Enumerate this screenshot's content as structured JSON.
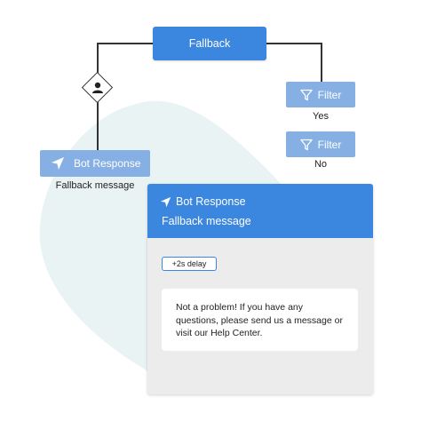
{
  "flow": {
    "fallback_label": "Fallback",
    "filters": [
      {
        "label": "Filter",
        "caption": "Yes"
      },
      {
        "label": "Filter",
        "caption": "No"
      }
    ],
    "bot_node": {
      "label": "Bot Response",
      "caption": "Fallback message"
    }
  },
  "panel": {
    "title": "Bot Response",
    "subtitle": "Fallback message",
    "delay_badge": "+2s delay",
    "message": "Not a problem! If you have any questions, please send us a message or visit our Help Center."
  },
  "icons": {
    "send": "send-icon",
    "filter": "filter-icon",
    "user": "user-icon"
  },
  "colors": {
    "primary": "#3b86de",
    "node_light": "#86b0e4",
    "panel_bg": "#ececec",
    "blob": "#eaf3f4"
  }
}
